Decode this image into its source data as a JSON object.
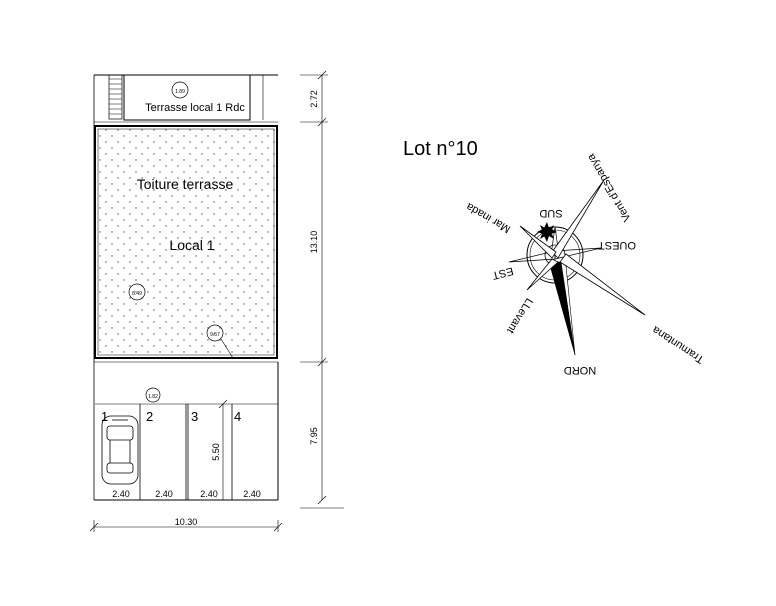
{
  "plan": {
    "lot_title": "Lot n°10",
    "terrace_label": "Terrasse local 1 Rdc",
    "roof_label": "Toiture terrasse",
    "local_label": "Local 1",
    "levels": [
      "1.89",
      "8.49",
      "9.57",
      "1.82"
    ],
    "parking_numbers": [
      "1",
      "2",
      "3",
      "4"
    ],
    "parking_widths": [
      "2.40",
      "2.40",
      "2.40",
      "2.40"
    ],
    "parking_depth": "5.50",
    "total_width": "10.30",
    "right_dims": [
      "2.72",
      "13.10",
      "7.95"
    ]
  },
  "compass": {
    "north": "NORD",
    "south": "SUD",
    "east": "EST",
    "west": "OUEST",
    "northeast": "Tramuntana",
    "southwest": "Vent d'Espanya",
    "southeast": "Mar inada",
    "northwest": "LLevant"
  },
  "colors": {
    "line": "#000000",
    "background": "#ffffff"
  }
}
